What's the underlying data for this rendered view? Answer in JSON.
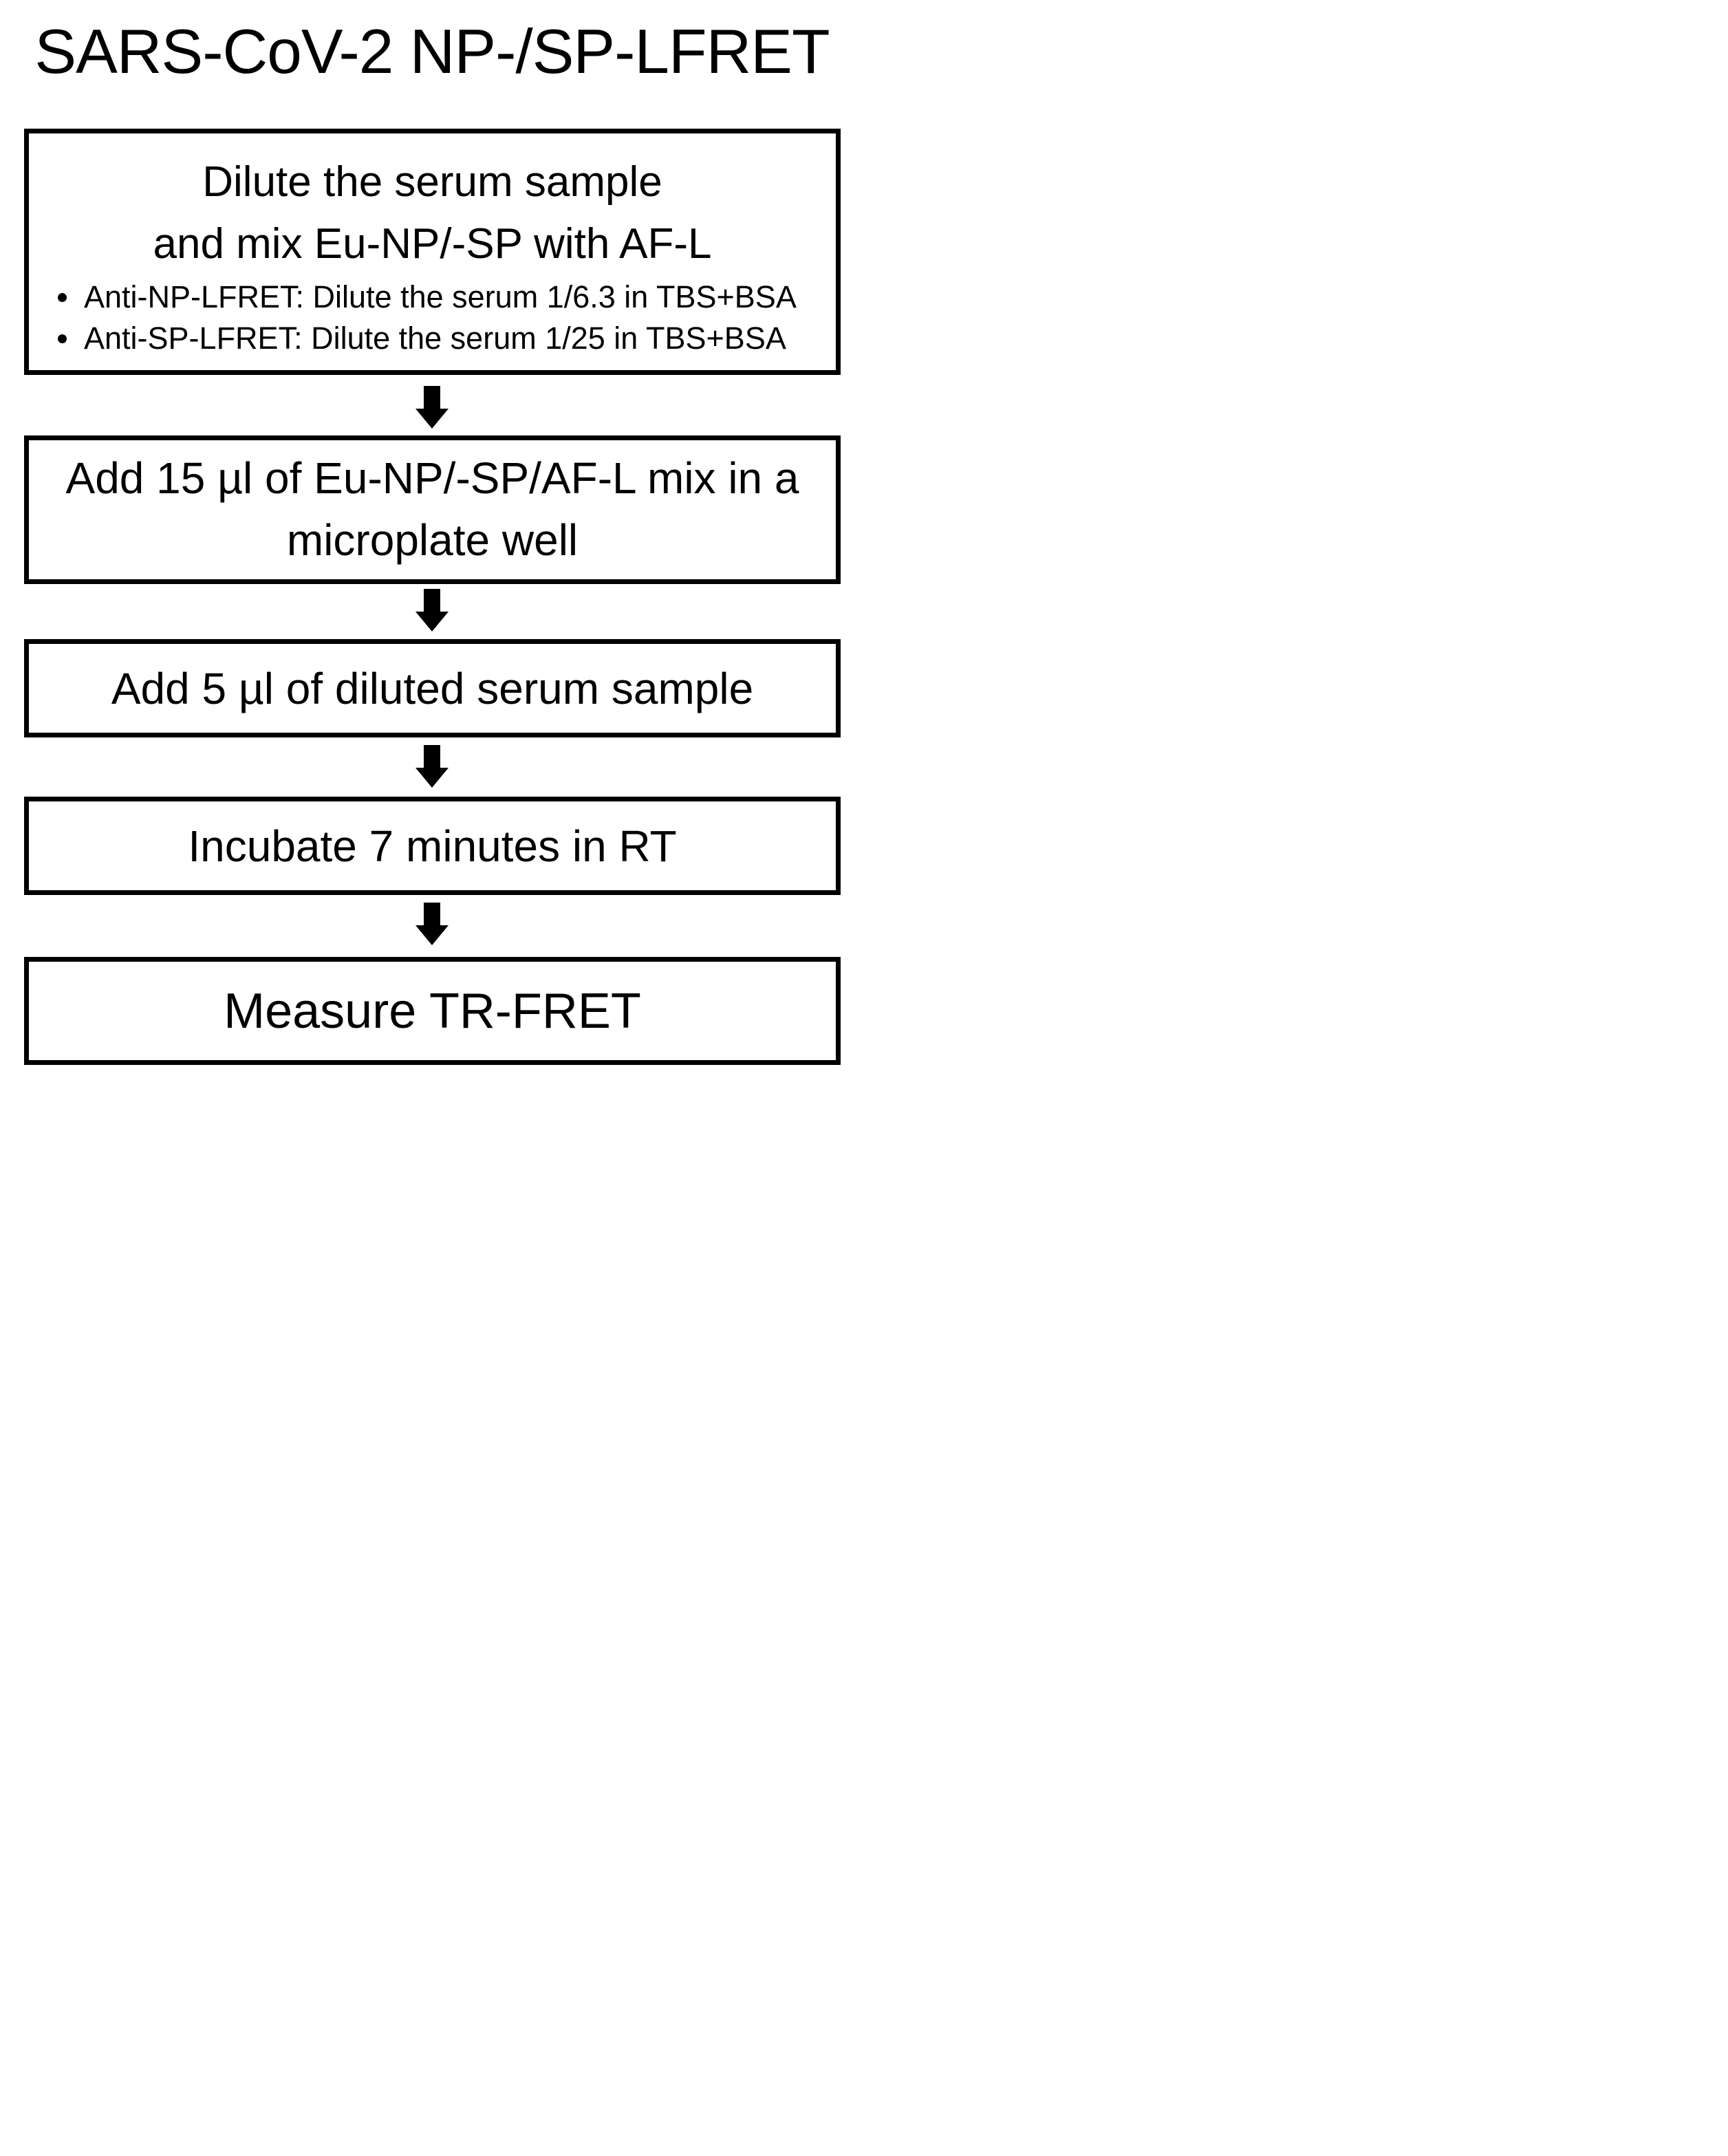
{
  "title": "SARS-CoV-2 NP-/SP-LFRET",
  "steps": [
    {
      "id": "dilute-and-mix",
      "lines": [
        "Dilute the serum sample",
        "and mix Eu-NP/-SP with AF-L"
      ],
      "bullets": [
        "Anti-NP-LFRET: Dilute the serum 1/6.3 in TBS+BSA",
        "Anti-SP-LFRET: Dilute the serum 1/25 in TBS+BSA"
      ]
    },
    {
      "id": "add-mix",
      "lines": [
        "Add 15 µl of Eu-NP/-SP/AF-L mix in a",
        "microplate well"
      ]
    },
    {
      "id": "add-serum",
      "lines": [
        "Add 5 µl of diluted serum sample"
      ]
    },
    {
      "id": "incubate",
      "lines": [
        "Incubate 7 minutes in RT"
      ]
    },
    {
      "id": "measure",
      "lines": [
        "Measure TR-FRET"
      ]
    }
  ],
  "icons": {
    "connector": "down-arrow",
    "list_marker": "bullet-dot"
  },
  "colors": {
    "background": "#ffffff",
    "box_fill": "#ffffff",
    "box_border": "#000000",
    "text": "#000000",
    "arrow": "#000000"
  }
}
